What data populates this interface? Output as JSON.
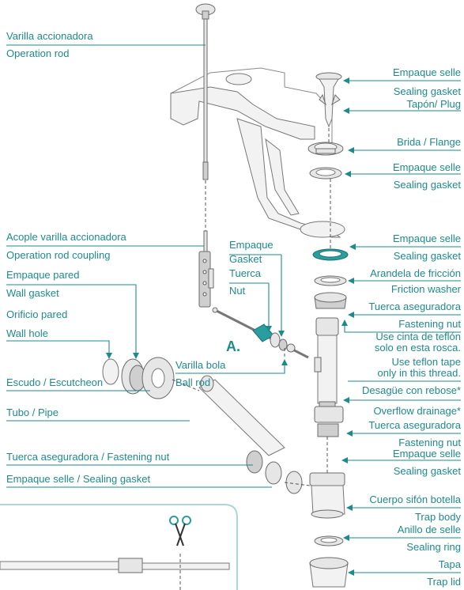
{
  "labels": {
    "operation_rod_es": "Varilla accionadora",
    "operation_rod_en": "Operation rod",
    "rod_coupling_es": "Acople varilla accionadora",
    "rod_coupling_en": "Operation rod coupling",
    "wall_gasket_es": "Empaque pared",
    "wall_gasket_en": "Wall gasket",
    "wall_hole_es": "Orificio pared",
    "wall_hole_en": "Wall hole",
    "escutcheon": "Escudo / Escutcheon",
    "pipe": "Tubo / Pipe",
    "fastening_nut_left": "Tuerca aseguradora / Fastening nut",
    "sealing_gasket_left": "Empaque selle / Sealing gasket",
    "gasket_es": "Empaque",
    "gasket_en": "Gasket",
    "nut_es": "Tuerca",
    "nut_en": "Nut",
    "ball_rod_es": "Varilla bola",
    "ball_rod_en": "Ball rod",
    "callout_a": "A.",
    "r1_es": "Empaque selle",
    "r1_en": "Sealing gasket",
    "r2": "Tapón/ Plug",
    "r3": "Brida / Flange",
    "r4_es": "Empaque selle",
    "r4_en": "Sealing gasket",
    "r5_es": "Empaque selle",
    "r5_en": "Sealing gasket",
    "r6_es": "Arandela de fricción",
    "r6_en": "Friction washer",
    "r7_es": "Tuerca aseguradora",
    "r7_en": "Fastening nut",
    "r8_es_1": "Use cinta de teflón",
    "r8_es_2": "solo en esta rosca.",
    "r8_en_1": "Use teflon tape",
    "r8_en_2": "only in this thread.",
    "r9_es": "Desagüe con rebose*",
    "r9_en": "Overflow drainage*",
    "r10_es": "Tuerca aseguradora",
    "r10_en": "Fastening nut",
    "r11_es": "Empaque selle",
    "r11_en": "Sealing gasket",
    "r12_es": "Cuerpo sifón botella",
    "r12_en": "Trap body",
    "r13_es": "Anillo de selle",
    "r13_en": "Sealing ring",
    "r14_es": "Tapa",
    "r14_en": "Trap lid"
  },
  "icons": {
    "scissors": "scissors-icon"
  },
  "colors": {
    "accent": "#1f8a8c",
    "inset_border": "#a9d8d8"
  }
}
